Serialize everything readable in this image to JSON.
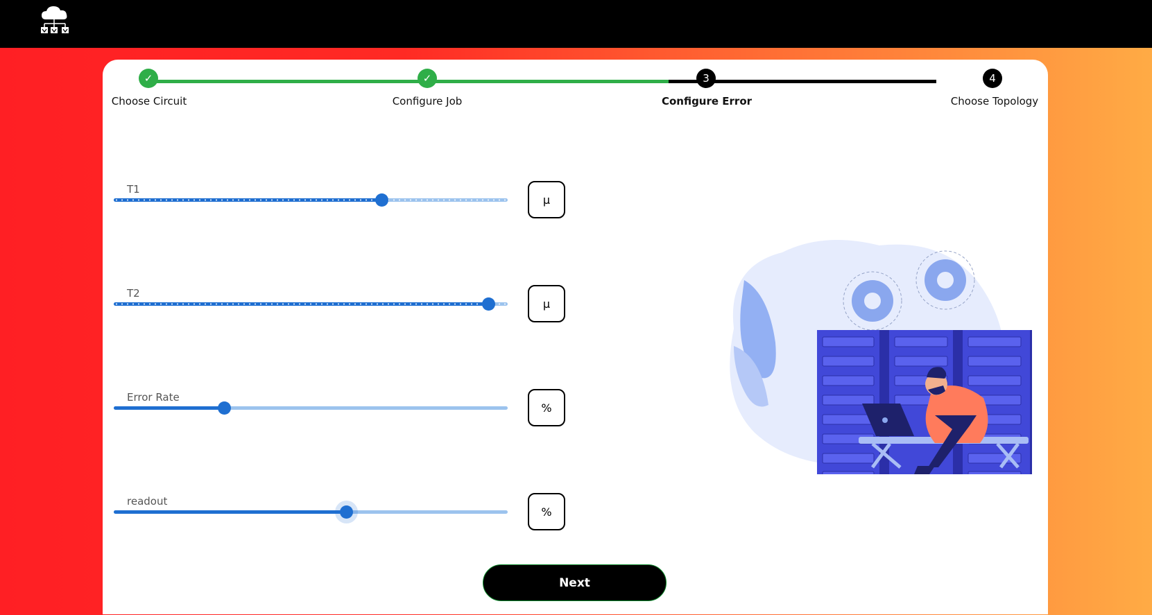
{
  "header": {
    "logo_icon": "cloud-network-icon"
  },
  "stepper": {
    "steps": [
      {
        "number": "1",
        "label": "Choose Circuit",
        "state": "done",
        "icon": "check-icon",
        "glyph": "✓"
      },
      {
        "number": "2",
        "label": "Configure Job",
        "state": "done",
        "icon": "check-icon",
        "glyph": "✓"
      },
      {
        "number": "3",
        "label": "Configure Error",
        "state": "active"
      },
      {
        "number": "4",
        "label": "Choose Topology",
        "state": "todo"
      }
    ],
    "colors": {
      "done": "#2fae48",
      "pending": "#000000"
    }
  },
  "sliders": [
    {
      "label": "T1",
      "unit": "µ",
      "value_fraction": 0.68,
      "style": "dotted"
    },
    {
      "label": "T2",
      "unit": "µ",
      "value_fraction": 0.95,
      "style": "dotted"
    },
    {
      "label": "Error Rate",
      "unit": "%",
      "value_fraction": 0.28,
      "style": "solid"
    },
    {
      "label": "readout",
      "unit": "%",
      "value_fraction": 0.59,
      "style": "solid",
      "focused": true
    }
  ],
  "actions": {
    "next_label": "Next"
  },
  "illustration": {
    "icon": "server-room-worker-illustration"
  },
  "theme": {
    "accent": "#1f6fd1",
    "track_light": "#9cc3ee"
  }
}
